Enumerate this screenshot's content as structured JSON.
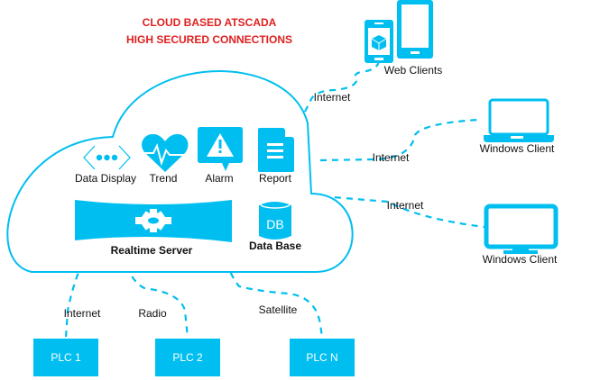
{
  "header": {
    "title_line1": "CLOUD BASED ATSCADA",
    "title_line2": "HIGH SECURED CONNECTIONS"
  },
  "accent_color": "#00BFF0",
  "title_color": "#E02020",
  "cloud": {
    "modules": [
      {
        "label": "Data Display",
        "icon": "code-dots-icon"
      },
      {
        "label": "Trend",
        "icon": "heart-pulse-icon"
      },
      {
        "label": "Alarm",
        "icon": "alert-bubble-icon"
      },
      {
        "label": "Report",
        "icon": "document-icon"
      }
    ],
    "server": {
      "label": "Realtime Server",
      "icon": "gear-icon"
    },
    "database": {
      "label": "Data Base",
      "icon_text": "DB"
    }
  },
  "clients": [
    {
      "label": "Web Clients",
      "icon": "mobile-devices-icon",
      "connection": "Internet"
    },
    {
      "label": "Windows Client",
      "icon": "laptop-icon",
      "connection": "Internet"
    },
    {
      "label": "Windows Client",
      "icon": "monitor-icon",
      "connection": "Internet"
    }
  ],
  "plcs": [
    {
      "label": "PLC 1",
      "connection": "Internet"
    },
    {
      "label": "PLC 2",
      "connection": "Radio"
    },
    {
      "label": "PLC N",
      "connection": "Satellite"
    }
  ]
}
